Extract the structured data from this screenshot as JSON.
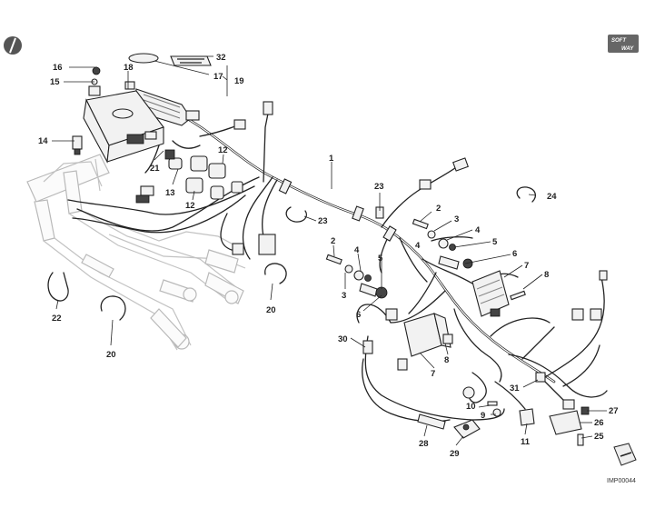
{
  "diagram": {
    "drawing_code": "IMP00044",
    "brand_mark": {
      "line1": "SOFT",
      "line2": "WAY"
    },
    "callouts": [
      {
        "id": "c1",
        "text": "1"
      },
      {
        "id": "c2a",
        "text": "2"
      },
      {
        "id": "c2b",
        "text": "2"
      },
      {
        "id": "c3a",
        "text": "3"
      },
      {
        "id": "c3b",
        "text": "3"
      },
      {
        "id": "c4a",
        "text": "4"
      },
      {
        "id": "c4b",
        "text": "4"
      },
      {
        "id": "c4c",
        "text": "4"
      },
      {
        "id": "c5a",
        "text": "5"
      },
      {
        "id": "c5b",
        "text": "5"
      },
      {
        "id": "c6a",
        "text": "6"
      },
      {
        "id": "c6b",
        "text": "6"
      },
      {
        "id": "c7a",
        "text": "7"
      },
      {
        "id": "c7b",
        "text": "7"
      },
      {
        "id": "c8a",
        "text": "8"
      },
      {
        "id": "c8b",
        "text": "8"
      },
      {
        "id": "c9",
        "text": "9"
      },
      {
        "id": "c10",
        "text": "10"
      },
      {
        "id": "c11",
        "text": "11"
      },
      {
        "id": "c12a",
        "text": "12"
      },
      {
        "id": "c12b",
        "text": "12"
      },
      {
        "id": "c13",
        "text": "13"
      },
      {
        "id": "c14",
        "text": "14"
      },
      {
        "id": "c15",
        "text": "15"
      },
      {
        "id": "c16",
        "text": "16"
      },
      {
        "id": "c17",
        "text": "17"
      },
      {
        "id": "c18",
        "text": "18"
      },
      {
        "id": "c19",
        "text": "19"
      },
      {
        "id": "c20a",
        "text": "20"
      },
      {
        "id": "c20b",
        "text": "20"
      },
      {
        "id": "c21",
        "text": "21"
      },
      {
        "id": "c22",
        "text": "22"
      },
      {
        "id": "c23a",
        "text": "23"
      },
      {
        "id": "c23b",
        "text": "23"
      },
      {
        "id": "c24",
        "text": "24"
      },
      {
        "id": "c25",
        "text": "25"
      },
      {
        "id": "c26",
        "text": "26"
      },
      {
        "id": "c27",
        "text": "27"
      },
      {
        "id": "c28",
        "text": "28"
      },
      {
        "id": "c29",
        "text": "29"
      },
      {
        "id": "c30",
        "text": "30"
      },
      {
        "id": "c31",
        "text": "31"
      },
      {
        "id": "c32",
        "text": "32"
      }
    ]
  }
}
